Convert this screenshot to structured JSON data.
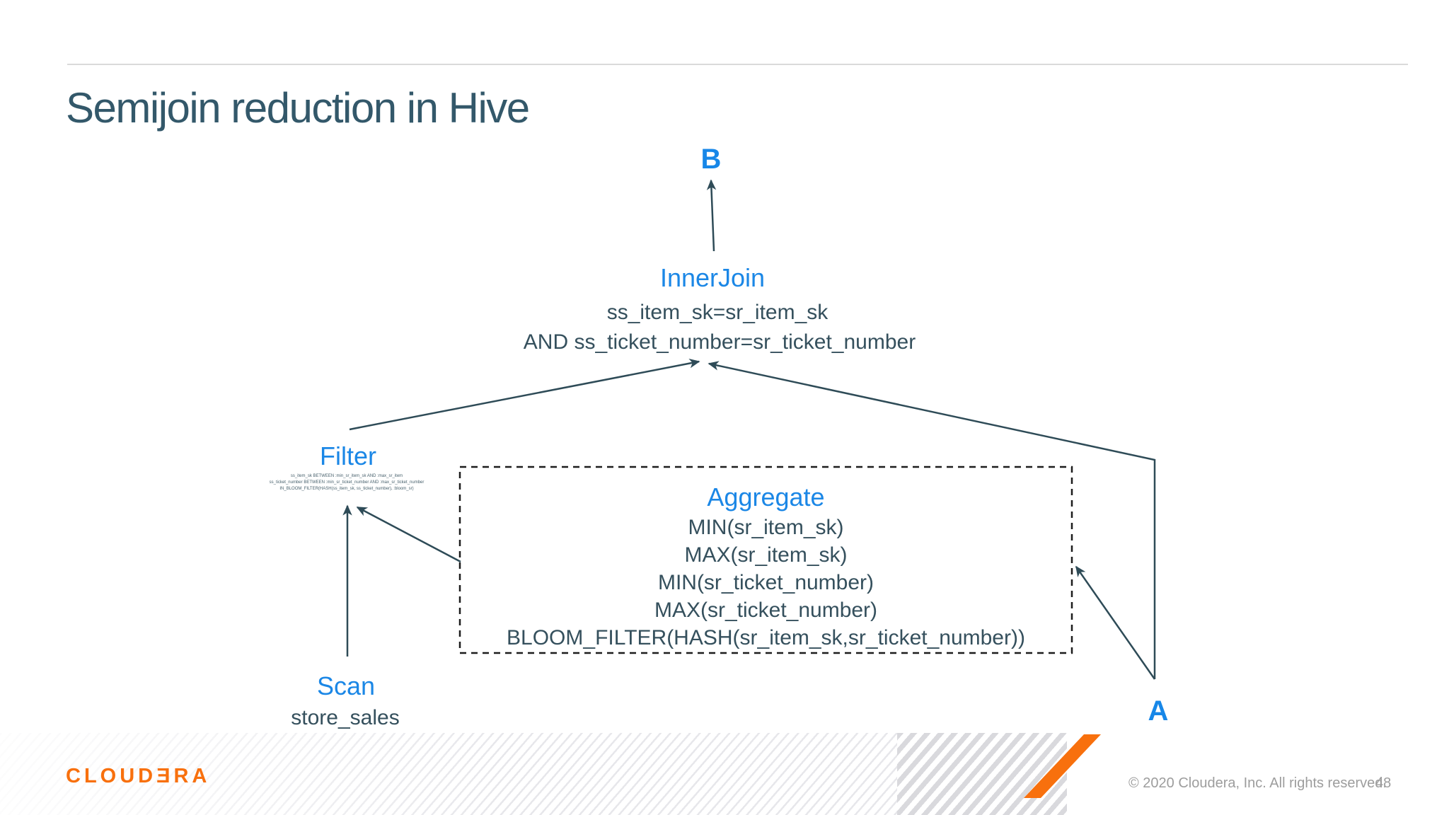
{
  "slide": {
    "title": "Semijoin reduction in Hive",
    "logo_text": "CLOUDƎRA",
    "copyright": "© 2020 Cloudera, Inc. All rights reserved.",
    "page_number": "48"
  },
  "diagram": {
    "label_b": "B",
    "label_a": "A",
    "inner_join": {
      "title": "InnerJoin",
      "condition1": "ss_item_sk=sr_item_sk",
      "condition2": "AND ss_ticket_number=sr_ticket_number"
    },
    "filter": {
      "title": "Filter",
      "detail_lines": [
        "ss_item_sk BETWEEN :min_sr_item_sk AND :max_sr_item",
        "ss_ticket_number BETWEEN :min_sr_ticket_number AND :max_sr_ticket_number",
        "IN_BLOOM_FILTER(HASH(ss_item_sk, ss_ticket_number), :bloom_sr)"
      ]
    },
    "aggregate": {
      "title": "Aggregate",
      "lines": [
        "MIN(sr_item_sk)",
        "MAX(sr_item_sk)",
        "MIN(sr_ticket_number)",
        "MAX(sr_ticket_number)",
        "BLOOM_FILTER(HASH(sr_item_sk,sr_ticket_number))"
      ]
    },
    "scan": {
      "title": "Scan",
      "subtitle": "store_sales"
    }
  },
  "colors": {
    "accent_blue": "#1b87e6",
    "title_teal": "#33586a",
    "diagram_text": "#35505d",
    "arrow": "#2e4b57",
    "brand_orange": "#f8700d",
    "footer_gray": "#9d9d9d"
  }
}
